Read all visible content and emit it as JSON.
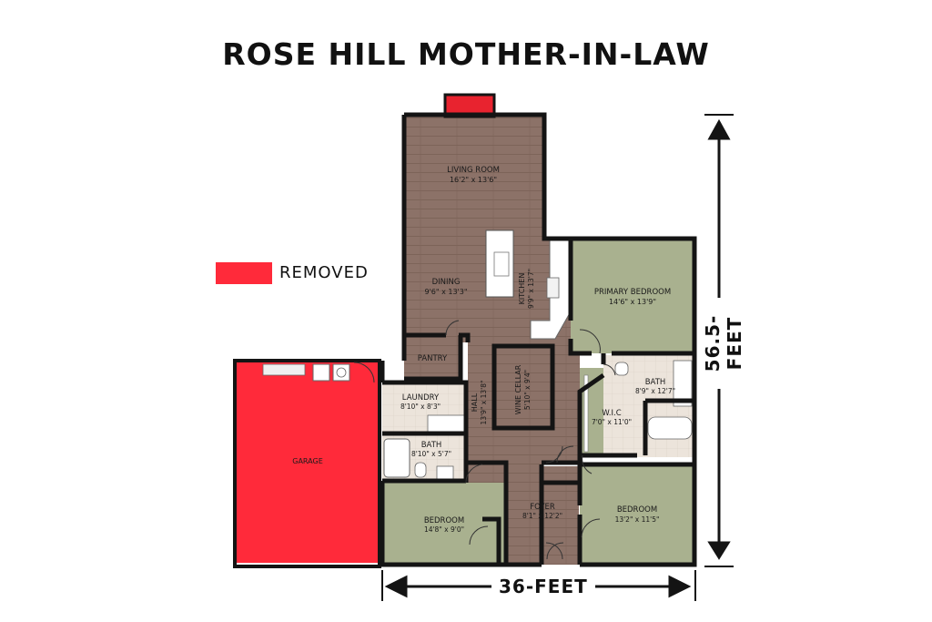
{
  "title": "ROSE HILL MOTHER-IN-LAW",
  "legend": {
    "label": "REMOVED",
    "color": "#ff2a3a"
  },
  "colors": {
    "wood": "#8c7268",
    "green": "#a9b18f",
    "tile": "#ece4db",
    "wall": "#141414",
    "removed": "#ff2a3a"
  },
  "rooms": {
    "living": {
      "name": "LIVING ROOM",
      "size": "16'2\" x 13'6\""
    },
    "dining": {
      "name": "DINING",
      "size": "9'6\" x 13'3\""
    },
    "kitchen": {
      "name": "KITCHEN",
      "size": "9'9\" x 13'7\""
    },
    "primary": {
      "name": "PRIMARY BEDROOM",
      "size": "14'6\" x 13'9\""
    },
    "pantry": {
      "name": "PANTRY"
    },
    "cellar": {
      "name": "WINE CELLAR",
      "size": "5'10\" x 9'4\""
    },
    "bath1": {
      "name": "BATH",
      "size": "8'9\" x 12'7\""
    },
    "wic": {
      "name": "W.I.C",
      "size": "7'0\" x 11'0\""
    },
    "laundry": {
      "name": "LAUNDRY",
      "size": "8'10\" x 8'3\""
    },
    "hall": {
      "name": "HALL",
      "size": "13'9\" x 13'8\""
    },
    "bath2": {
      "name": "BATH",
      "size": "8'10\" x 5'7\""
    },
    "garage": {
      "name": "GARAGE"
    },
    "bedroom1": {
      "name": "BEDROOM",
      "size": "14'8\" x 9'0\""
    },
    "foyer": {
      "name": "FOYER",
      "size": "8'1\" x 12'2\""
    },
    "bedroom2": {
      "name": "BEDROOM",
      "size": "13'2\" x 11'5\""
    }
  },
  "dimensions": {
    "width": "36-FEET",
    "height": "56.5-FEET"
  }
}
